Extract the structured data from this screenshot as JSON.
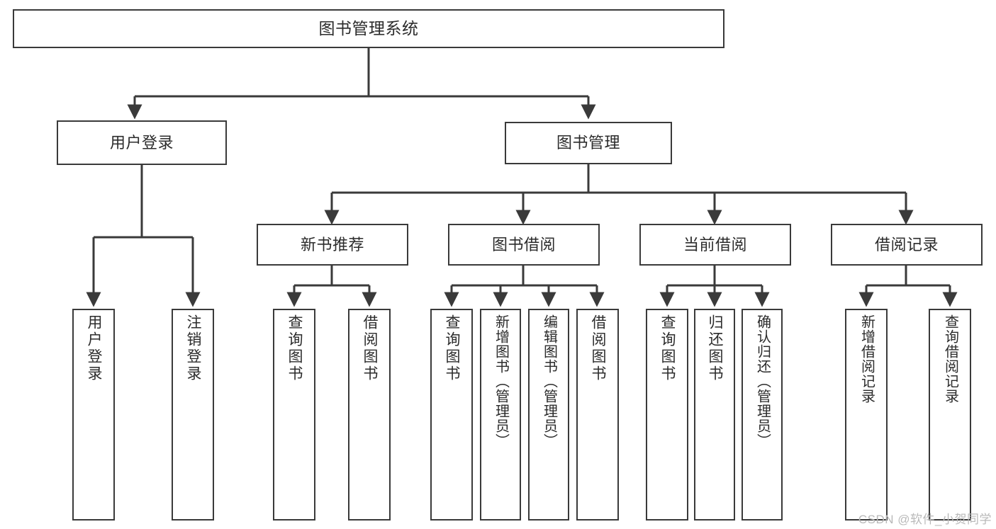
{
  "diagram": {
    "type": "tree",
    "title": "图书管理系统",
    "root": {
      "id": "root",
      "label": "图书管理系统"
    },
    "level2": [
      {
        "id": "user-login",
        "label": "用户登录"
      },
      {
        "id": "book-manage",
        "label": "图书管理"
      }
    ],
    "level3": [
      {
        "id": "new-book-recommend",
        "label": "新书推荐",
        "parent": "book-manage"
      },
      {
        "id": "book-borrow",
        "label": "图书借阅",
        "parent": "book-manage"
      },
      {
        "id": "current-borrow",
        "label": "当前借阅",
        "parent": "book-manage"
      },
      {
        "id": "borrow-record",
        "label": "借阅记录",
        "parent": "book-manage"
      }
    ],
    "leaves": [
      {
        "id": "leaf-user-login",
        "label": "用户登录",
        "parent": "user-login"
      },
      {
        "id": "leaf-user-logout",
        "label": "注销登录",
        "parent": "user-login"
      },
      {
        "id": "leaf-query-book-1",
        "label": "查询图书",
        "parent": "new-book-recommend"
      },
      {
        "id": "leaf-borrow-book-1",
        "label": "借阅图书",
        "parent": "new-book-recommend"
      },
      {
        "id": "leaf-query-book-2",
        "label": "查询图书",
        "parent": "book-borrow"
      },
      {
        "id": "leaf-add-book",
        "label": "新增图书（管理员）",
        "parent": "book-borrow"
      },
      {
        "id": "leaf-edit-book",
        "label": "编辑图书（管理员）",
        "parent": "book-borrow"
      },
      {
        "id": "leaf-borrow-book-2",
        "label": "借阅图书",
        "parent": "book-borrow"
      },
      {
        "id": "leaf-query-book-3",
        "label": "查询图书",
        "parent": "current-borrow"
      },
      {
        "id": "leaf-return-book",
        "label": "归还图书",
        "parent": "current-borrow"
      },
      {
        "id": "leaf-confirm-return",
        "label": "确认归还（管理员）",
        "parent": "current-borrow"
      },
      {
        "id": "leaf-add-record",
        "label": "新增借阅记录",
        "parent": "borrow-record"
      },
      {
        "id": "leaf-query-record",
        "label": "查询借阅记录",
        "parent": "borrow-record"
      }
    ]
  },
  "watermark": {
    "text": "CSDN @软件_小贺同学"
  },
  "colors": {
    "stroke": "#3a3a3a",
    "text": "#2b2b2b",
    "background": "#ffffff",
    "watermark": "#b9b9b9"
  }
}
